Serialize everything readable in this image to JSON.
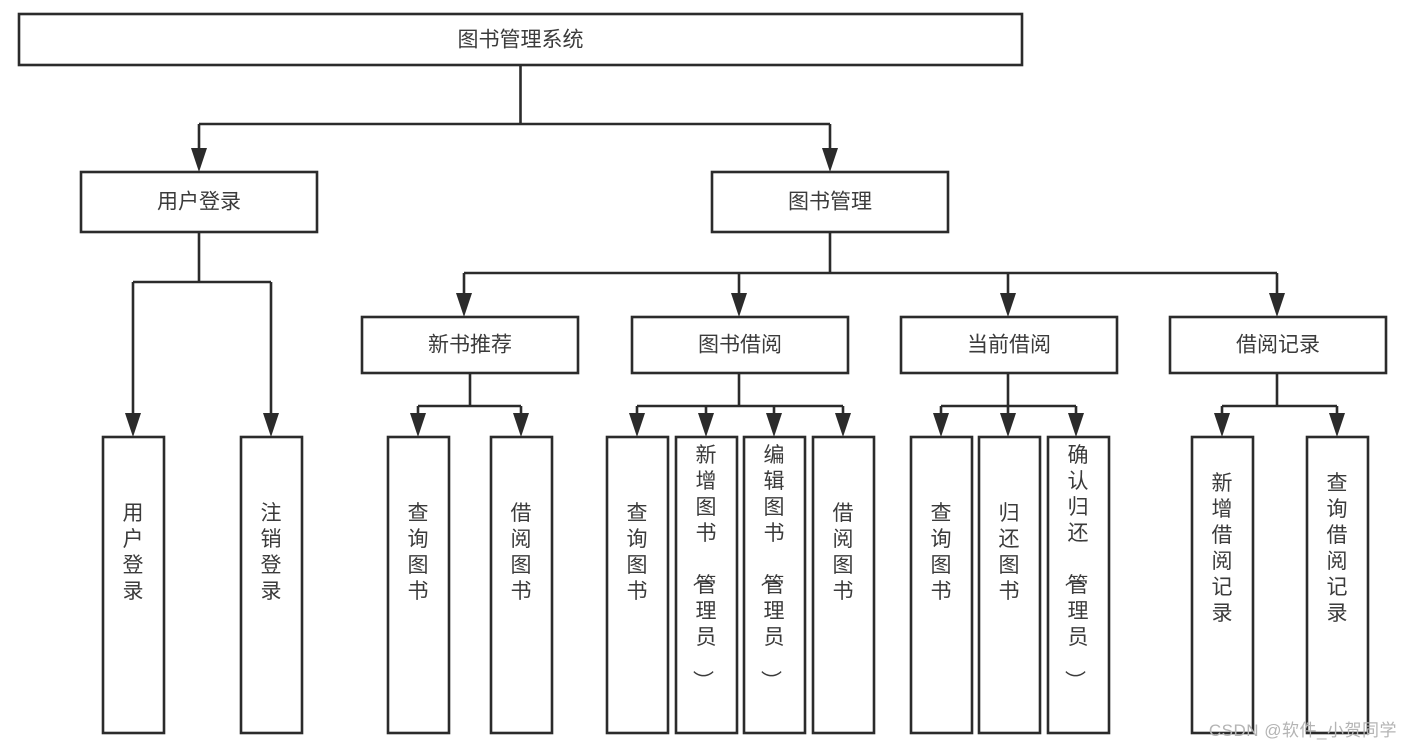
{
  "diagram": {
    "type": "tree-hierarchy",
    "title": "图书管理系统",
    "watermark": "CSDN @软件_小贺同学",
    "colors": {
      "box_stroke": "#2b2b2b",
      "box_fill": "#ffffff",
      "text": "#3b3b3b",
      "connector": "#2b2b2b",
      "watermark": "#b4b4b4",
      "background": "#ffffff"
    },
    "root": {
      "id": "root",
      "label": "图书管理系统"
    },
    "level2": [
      {
        "id": "user-login",
        "label": "用户登录"
      },
      {
        "id": "book-management",
        "label": "图书管理"
      }
    ],
    "level3": [
      {
        "id": "new-book-recommend",
        "label": "新书推荐",
        "parent": "book-management"
      },
      {
        "id": "book-borrow",
        "label": "图书借阅",
        "parent": "book-management"
      },
      {
        "id": "current-borrow",
        "label": "当前借阅",
        "parent": "book-management"
      },
      {
        "id": "borrow-record",
        "label": "借阅记录",
        "parent": "book-management"
      }
    ],
    "leaves": {
      "user-login": [
        {
          "id": "leaf-user-login",
          "label": "用户登录"
        },
        {
          "id": "leaf-logout",
          "label": "注销登录"
        }
      ],
      "new-book-recommend": [
        {
          "id": "leaf-query-book-1",
          "label": "查询图书"
        },
        {
          "id": "leaf-borrow-book-1",
          "label": "借阅图书"
        }
      ],
      "book-borrow": [
        {
          "id": "leaf-query-book-2",
          "label": "查询图书"
        },
        {
          "id": "leaf-add-book",
          "label": "新增图书（管理员）"
        },
        {
          "id": "leaf-edit-book",
          "label": "编辑图书（管理员）"
        },
        {
          "id": "leaf-borrow-book-2",
          "label": "借阅图书"
        }
      ],
      "current-borrow": [
        {
          "id": "leaf-query-book-3",
          "label": "查询图书"
        },
        {
          "id": "leaf-return-book",
          "label": "归还图书"
        },
        {
          "id": "leaf-confirm-return",
          "label": "确认归还（管理员）"
        }
      ],
      "borrow-record": [
        {
          "id": "leaf-add-record",
          "label": "新增借阅记录"
        },
        {
          "id": "leaf-query-record",
          "label": "查询借阅记录"
        }
      ]
    }
  }
}
